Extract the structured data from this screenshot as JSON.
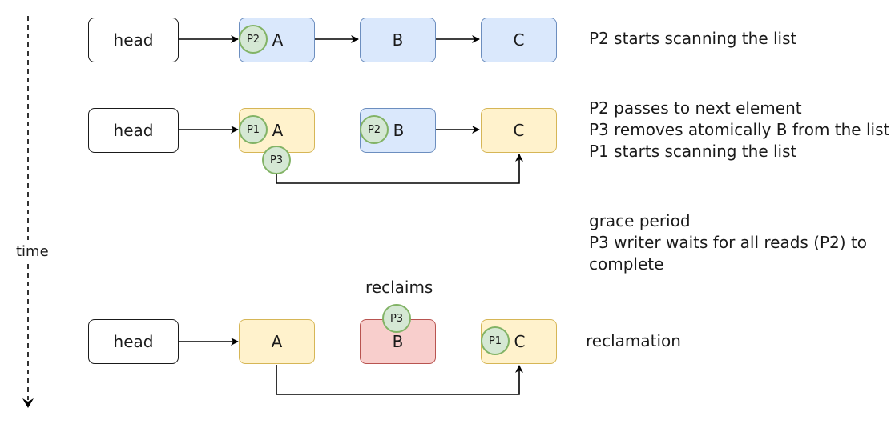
{
  "colors": {
    "blue_fill": "#dae8fc",
    "blue_stroke": "#6c8ebf",
    "yellow_fill": "#fff2cc",
    "yellow_stroke": "#d6b656",
    "red_fill": "#f8cecc",
    "red_stroke": "#b85450",
    "token_fill": "#d5e8d4",
    "token_stroke": "#82b366"
  },
  "time_axis": {
    "label": "time"
  },
  "row1": {
    "head": "head",
    "a": "A",
    "b": "B",
    "c": "C",
    "a_token": "P2",
    "note": "P2 starts scanning the list"
  },
  "row2": {
    "head": "head",
    "a": "A",
    "b": "B",
    "c": "C",
    "a_token": "P1",
    "b_token": "P2",
    "writer_token": "P3",
    "notes": [
      "P2 passes to next element",
      "P3 removes atomically B from the list.",
      "P1 starts scanning the list"
    ]
  },
  "grace": {
    "lines": [
      "grace period",
      "P3 writer waits for all reads (P2) to",
      "complete"
    ]
  },
  "row3": {
    "reclaims_label": "reclaims",
    "head": "head",
    "a": "A",
    "b": "B",
    "c": "C",
    "b_token": "P3",
    "c_token": "P1",
    "note": "reclamation"
  }
}
